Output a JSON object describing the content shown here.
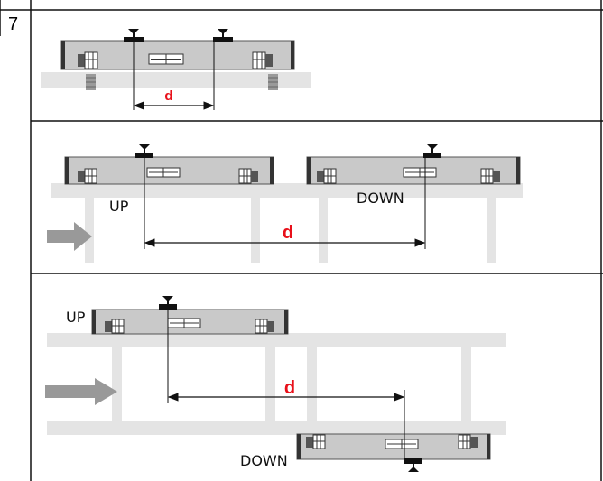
{
  "step": {
    "number": "7"
  },
  "colors": {
    "border": "#111111",
    "rail_body": "#c9c9c9",
    "pipe": "#e4e4e4",
    "arrow": "#999999",
    "dim_label": "#e8101a"
  },
  "panel_single": {
    "dimension_label": "d"
  },
  "panel_same_side": {
    "dimension_label": "d",
    "upstream_label": "UP",
    "downstream_label": "DOWN"
  },
  "panel_opposite_side": {
    "dimension_label": "d",
    "upstream_label": "UP",
    "downstream_label": "DOWN"
  }
}
